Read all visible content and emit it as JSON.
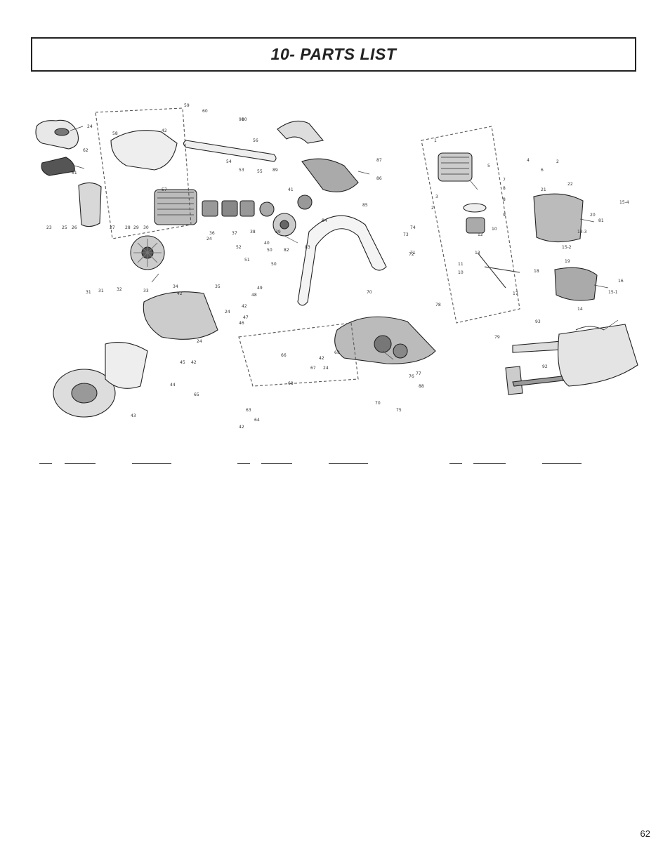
{
  "page": {
    "title": "10-  PARTS LIST",
    "page_number": "62"
  },
  "diagram": {
    "callouts": [
      "1",
      "2",
      "2",
      "3",
      "4",
      "5",
      "6",
      "7",
      "8",
      "8",
      "9",
      "10",
      "10",
      "11",
      "12",
      "13",
      "13-3",
      "14",
      "15-1",
      "15-2",
      "15-4",
      "16",
      "17",
      "18",
      "19",
      "20",
      "21",
      "22",
      "23",
      "24",
      "24",
      "24",
      "24",
      "24",
      "25",
      "26",
      "27",
      "28",
      "29",
      "30",
      "31",
      "31",
      "32",
      "33",
      "34",
      "35",
      "36",
      "37",
      "38",
      "39",
      "40",
      "41",
      "42",
      "42",
      "42",
      "42",
      "42",
      "42",
      "43",
      "44",
      "45",
      "46",
      "47",
      "48",
      "49",
      "50",
      "50",
      "51",
      "52",
      "53",
      "54",
      "55",
      "56",
      "57",
      "58",
      "59",
      "60",
      "61",
      "62",
      "63",
      "64",
      "65",
      "66",
      "67",
      "68",
      "69",
      "70",
      "70",
      "71",
      "72",
      "73",
      "74",
      "75",
      "76",
      "77",
      "78",
      "79",
      "80",
      "81",
      "82",
      "83",
      "84",
      "85",
      "86",
      "87",
      "88",
      "89",
      "91",
      "92",
      "93"
    ]
  }
}
